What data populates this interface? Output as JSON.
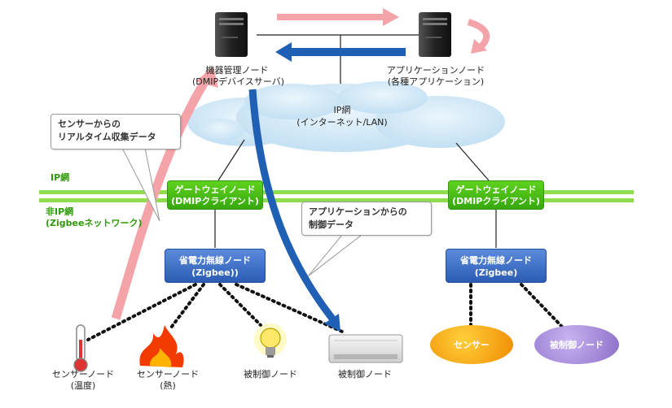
{
  "nodes": {
    "device_mgmt": {
      "line1": "機器管理ノード",
      "line2": "(DMIPデバイスサーバ)"
    },
    "app_node": {
      "line1": "アプリケーションノード",
      "line2": "(各種アプリケーション)"
    },
    "ip_cloud": {
      "line1": "IP網",
      "line2": "(インターネット/LAN)"
    },
    "gateway_left": {
      "line1": "ゲートウェイノード",
      "line2": "(DMIPクライアント)"
    },
    "gateway_right": {
      "line1": "ゲートウェイノード",
      "line2": "(DMIPクライアント)"
    },
    "zigbee_left": {
      "line1": "省電力無線ノード",
      "line2": "(Zigbee))"
    },
    "zigbee_right": {
      "line1": "省電力無線ノード",
      "line2": "(Zigbee)"
    },
    "sensor_ellipse": "センサー",
    "controlled_ellipse": "被制御ノード"
  },
  "network_labels": {
    "ip": "IP網",
    "non_ip_line1": "非IP網",
    "non_ip_line2": "(Zigbeeネットワーク)"
  },
  "callouts": {
    "realtime": {
      "line1": "センサーからの",
      "line2": "リアルタイム収集データ"
    },
    "control": {
      "line1": "アプリケーションからの",
      "line2": "制御データ"
    }
  },
  "devices": {
    "thermo": {
      "line1": "センサーノード",
      "line2": "(温度)"
    },
    "heat": {
      "line1": "センサーノード",
      "line2": "(熱)"
    },
    "bulb": "被制御ノード",
    "aircon": "被制御ノード"
  },
  "colors": {
    "gateway_green": "#36a80c",
    "zigbee_blue": "#2a5cb4",
    "sensor_orange": "#f0a000",
    "controlled_purple": "#9a7fd0",
    "data_pink": "#f4a3a8",
    "control_blue": "#1f5fb4"
  }
}
